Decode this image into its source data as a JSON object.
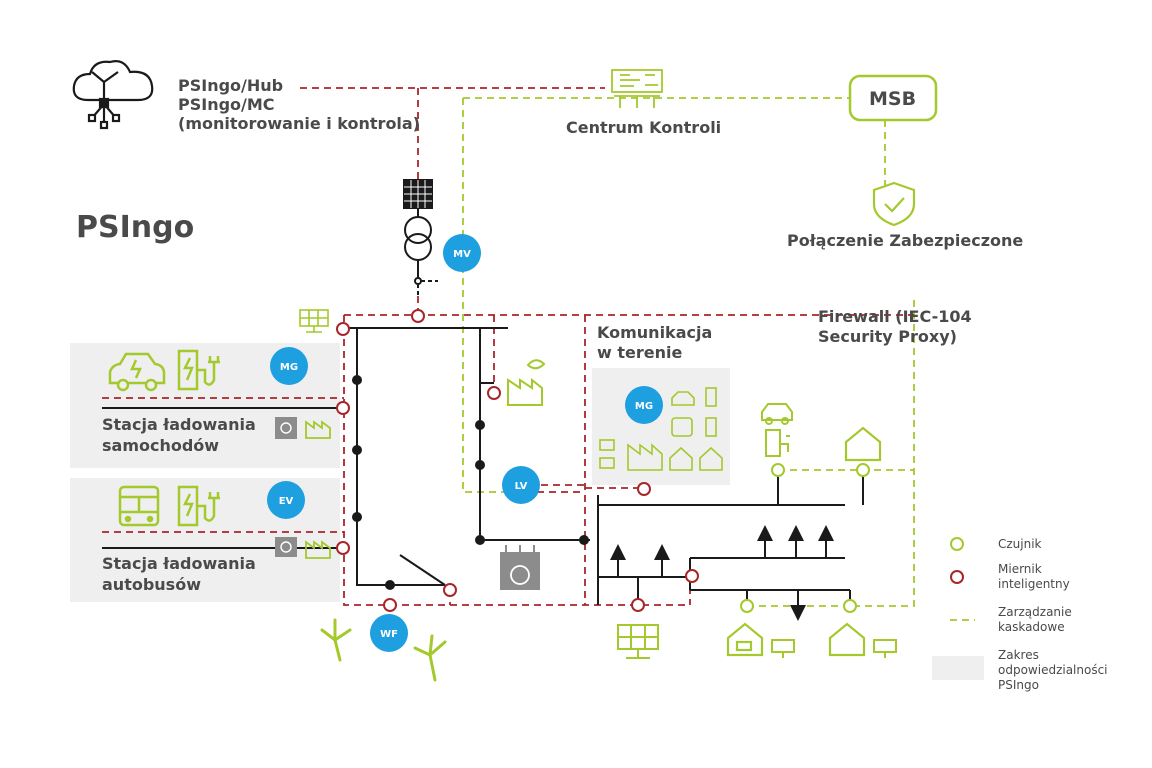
{
  "colors": {
    "green": "#a4c92d",
    "red": "#a8262a",
    "dark": "#4a4a4a",
    "black": "#1a1a1a",
    "blue": "#1e9fe0",
    "panel": "#efefef",
    "equipment_gray": "#8c8c8c"
  },
  "title": "PSIngo",
  "hub": {
    "line1": "PSIngo/Hub",
    "line2": "PSIngo/MC",
    "line3": "(monitorowanie i kontrola)"
  },
  "control_center": "Centrum Kontroli",
  "msb": "MSB",
  "secure_connection": "Połączenie Zabezpieczone",
  "firewall": {
    "line1": "Firewall (IEC-104",
    "line2": "Security Proxy)"
  },
  "field_comm": {
    "line1": "Komunikacja",
    "line2": "w terenie"
  },
  "car_station": {
    "line1": "Stacja ładowania",
    "line2": "samochodów"
  },
  "bus_station": {
    "line1": "Stacja ładowania",
    "line2": "autobusów"
  },
  "badges": {
    "mv": "MV",
    "mg": "MG",
    "ev": "EV",
    "lv": "LV",
    "wf": "WF",
    "mg_field": "MG"
  },
  "legend": {
    "sensor": "Czujnik",
    "meter": [
      "Miernik",
      "inteligentny"
    ],
    "cascade": [
      "Zarządzanie",
      "kaskadowe"
    ],
    "scope": [
      "Zakres",
      "odpowiedzialności",
      "PSIngo"
    ]
  }
}
